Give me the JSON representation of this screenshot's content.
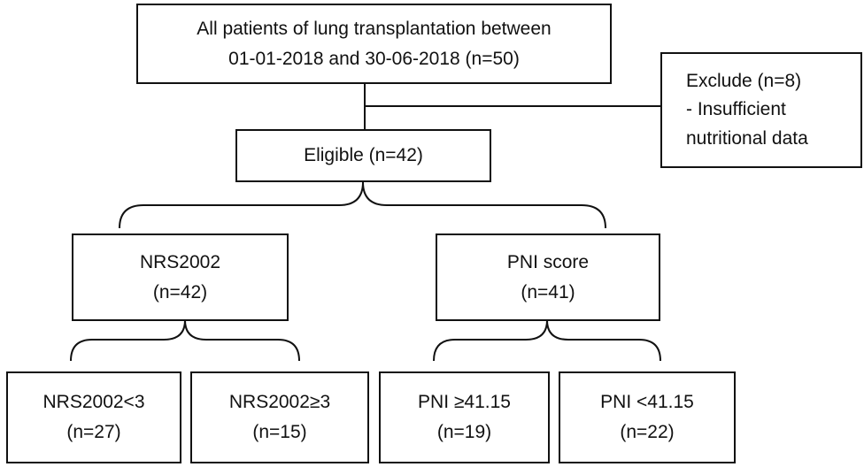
{
  "top": {
    "line1": "All patients of lung transplantation between",
    "line2": "01-01-2018 and 30-06-2018 (n=50)"
  },
  "exclude": {
    "line1": "Exclude (n=8)",
    "line2": "- Insufficient",
    "line3": "nutritional data"
  },
  "eligible": {
    "label": "Eligible (n=42)"
  },
  "nrs": {
    "label": "NRS2002",
    "count": "(n=42)",
    "low": {
      "label": "NRS2002<3",
      "count": "(n=27)"
    },
    "high": {
      "label": "NRS2002≥3",
      "count": "(n=15)"
    }
  },
  "pni": {
    "label": "PNI score",
    "count": "(n=41)",
    "high": {
      "label": "PNI ≥41.15",
      "count": "(n=19)"
    },
    "low": {
      "label": "PNI <41.15",
      "count": "(n=22)"
    }
  }
}
